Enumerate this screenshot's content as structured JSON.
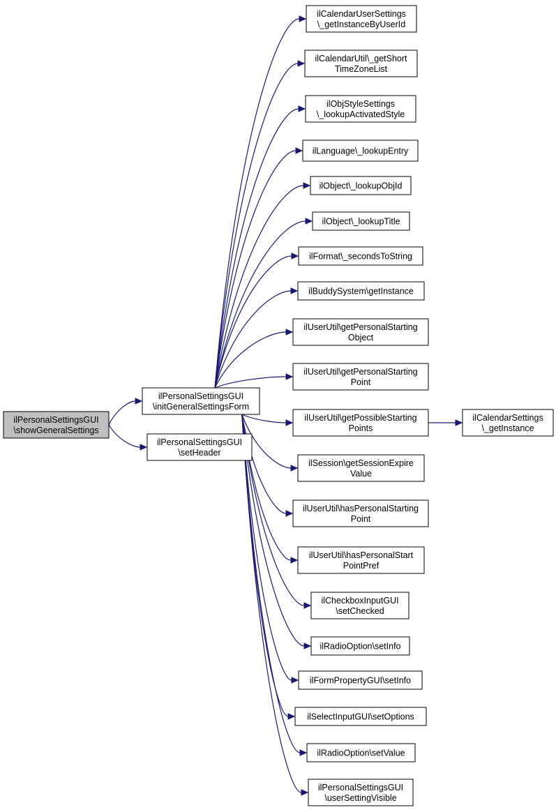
{
  "colors": {
    "edge": "#191970",
    "root_fill": "#bfbfbf",
    "node_fill": "#ffffff",
    "border": "#000000"
  },
  "nodes": [
    {
      "id": "root",
      "lines": [
        "ilPersonalSettingsGUI",
        "\\showGeneralSettings"
      ],
      "root": true
    },
    {
      "id": "init",
      "lines": [
        "ilPersonalSettingsGUI",
        "\\initGeneralSettingsForm"
      ]
    },
    {
      "id": "header",
      "lines": [
        "ilPersonalSettingsGUI",
        "\\setHeader"
      ]
    },
    {
      "id": "cal_user",
      "lines": [
        "ilCalendarUserSettings",
        "\\_getInstanceByUserId"
      ]
    },
    {
      "id": "cal_util",
      "lines": [
        "ilCalendarUtil\\_getShort",
        "TimeZoneList"
      ]
    },
    {
      "id": "objstyle",
      "lines": [
        "ilObjStyleSettings",
        "\\_lookupActivatedStyle"
      ]
    },
    {
      "id": "lang",
      "lines": [
        "ilLanguage\\_lookupEntry"
      ]
    },
    {
      "id": "objid",
      "lines": [
        "ilObject\\_lookupObjId"
      ]
    },
    {
      "id": "title",
      "lines": [
        "ilObject\\_lookupTitle"
      ]
    },
    {
      "id": "format",
      "lines": [
        "ilFormat\\_secondsToString"
      ]
    },
    {
      "id": "buddy",
      "lines": [
        "ilBuddySystem\\getInstance"
      ]
    },
    {
      "id": "gps_obj",
      "lines": [
        "ilUserUtil\\getPersonalStarting",
        "Object"
      ]
    },
    {
      "id": "gps_pt",
      "lines": [
        "ilUserUtil\\getPersonalStarting",
        "Point"
      ]
    },
    {
      "id": "gpossible",
      "lines": [
        "ilUserUtil\\getPossibleStarting",
        "Points"
      ]
    },
    {
      "id": "cal_settings",
      "lines": [
        "ilCalendarSettings",
        "\\_getInstance"
      ]
    },
    {
      "id": "session",
      "lines": [
        "ilSession\\getSessionExpire",
        "Value"
      ]
    },
    {
      "id": "hps_pt",
      "lines": [
        "ilUserUtil\\hasPersonalStarting",
        "Point"
      ]
    },
    {
      "id": "hps_pref",
      "lines": [
        "ilUserUtil\\hasPersonalStart",
        "PointPref"
      ]
    },
    {
      "id": "checkbox",
      "lines": [
        "ilCheckboxInputGUI",
        "\\setChecked"
      ]
    },
    {
      "id": "radio_info",
      "lines": [
        "ilRadioOption\\setInfo"
      ]
    },
    {
      "id": "formprop",
      "lines": [
        "ilFormPropertyGUI\\setInfo"
      ]
    },
    {
      "id": "select",
      "lines": [
        "ilSelectInputGUI\\setOptions"
      ]
    },
    {
      "id": "radio_value",
      "lines": [
        "ilRadioOption\\setValue"
      ]
    },
    {
      "id": "visible",
      "lines": [
        "ilPersonalSettingsGUI",
        "\\userSettingVisible"
      ]
    }
  ],
  "edges": [
    [
      "root",
      "init"
    ],
    [
      "root",
      "header"
    ],
    [
      "init",
      "cal_user"
    ],
    [
      "init",
      "cal_util"
    ],
    [
      "init",
      "objstyle"
    ],
    [
      "init",
      "lang"
    ],
    [
      "init",
      "objid"
    ],
    [
      "init",
      "title"
    ],
    [
      "init",
      "format"
    ],
    [
      "init",
      "buddy"
    ],
    [
      "init",
      "gps_obj"
    ],
    [
      "init",
      "gps_pt"
    ],
    [
      "init",
      "gpossible"
    ],
    [
      "init",
      "session"
    ],
    [
      "init",
      "hps_pt"
    ],
    [
      "init",
      "hps_pref"
    ],
    [
      "init",
      "checkbox"
    ],
    [
      "init",
      "radio_info"
    ],
    [
      "init",
      "formprop"
    ],
    [
      "init",
      "select"
    ],
    [
      "init",
      "radio_value"
    ],
    [
      "init",
      "visible"
    ],
    [
      "gpossible",
      "cal_settings"
    ]
  ]
}
